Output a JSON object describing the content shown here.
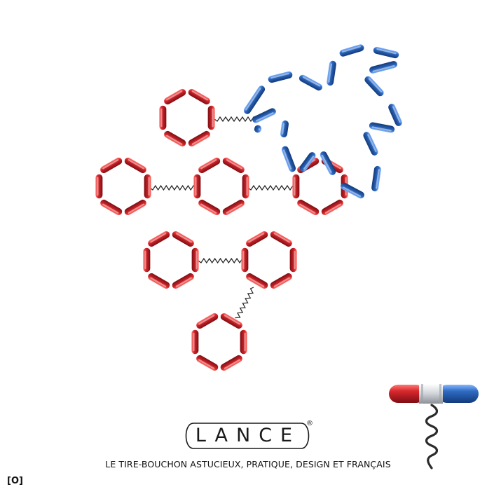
{
  "brand": {
    "logo_text": "LANCE",
    "registered_mark": "®",
    "tagline": "LE TIRE-BOUCHON ASTUCIEUX, PRATIQUE, DESIGN ET FRANÇAIS"
  },
  "corner_mark": "[O]",
  "colors": {
    "red": "#c8252b",
    "blue": "#2f6cc4",
    "spring": "#222222",
    "text": "#111111"
  },
  "illustration": {
    "subject": "grape-bunch-made-of-corks",
    "red_hexagon_count": 7,
    "springs_count": 5,
    "leaf_color": "blue"
  },
  "product": {
    "icon": "corkscrew-icon",
    "handle_colors": [
      "red",
      "white",
      "blue"
    ]
  }
}
